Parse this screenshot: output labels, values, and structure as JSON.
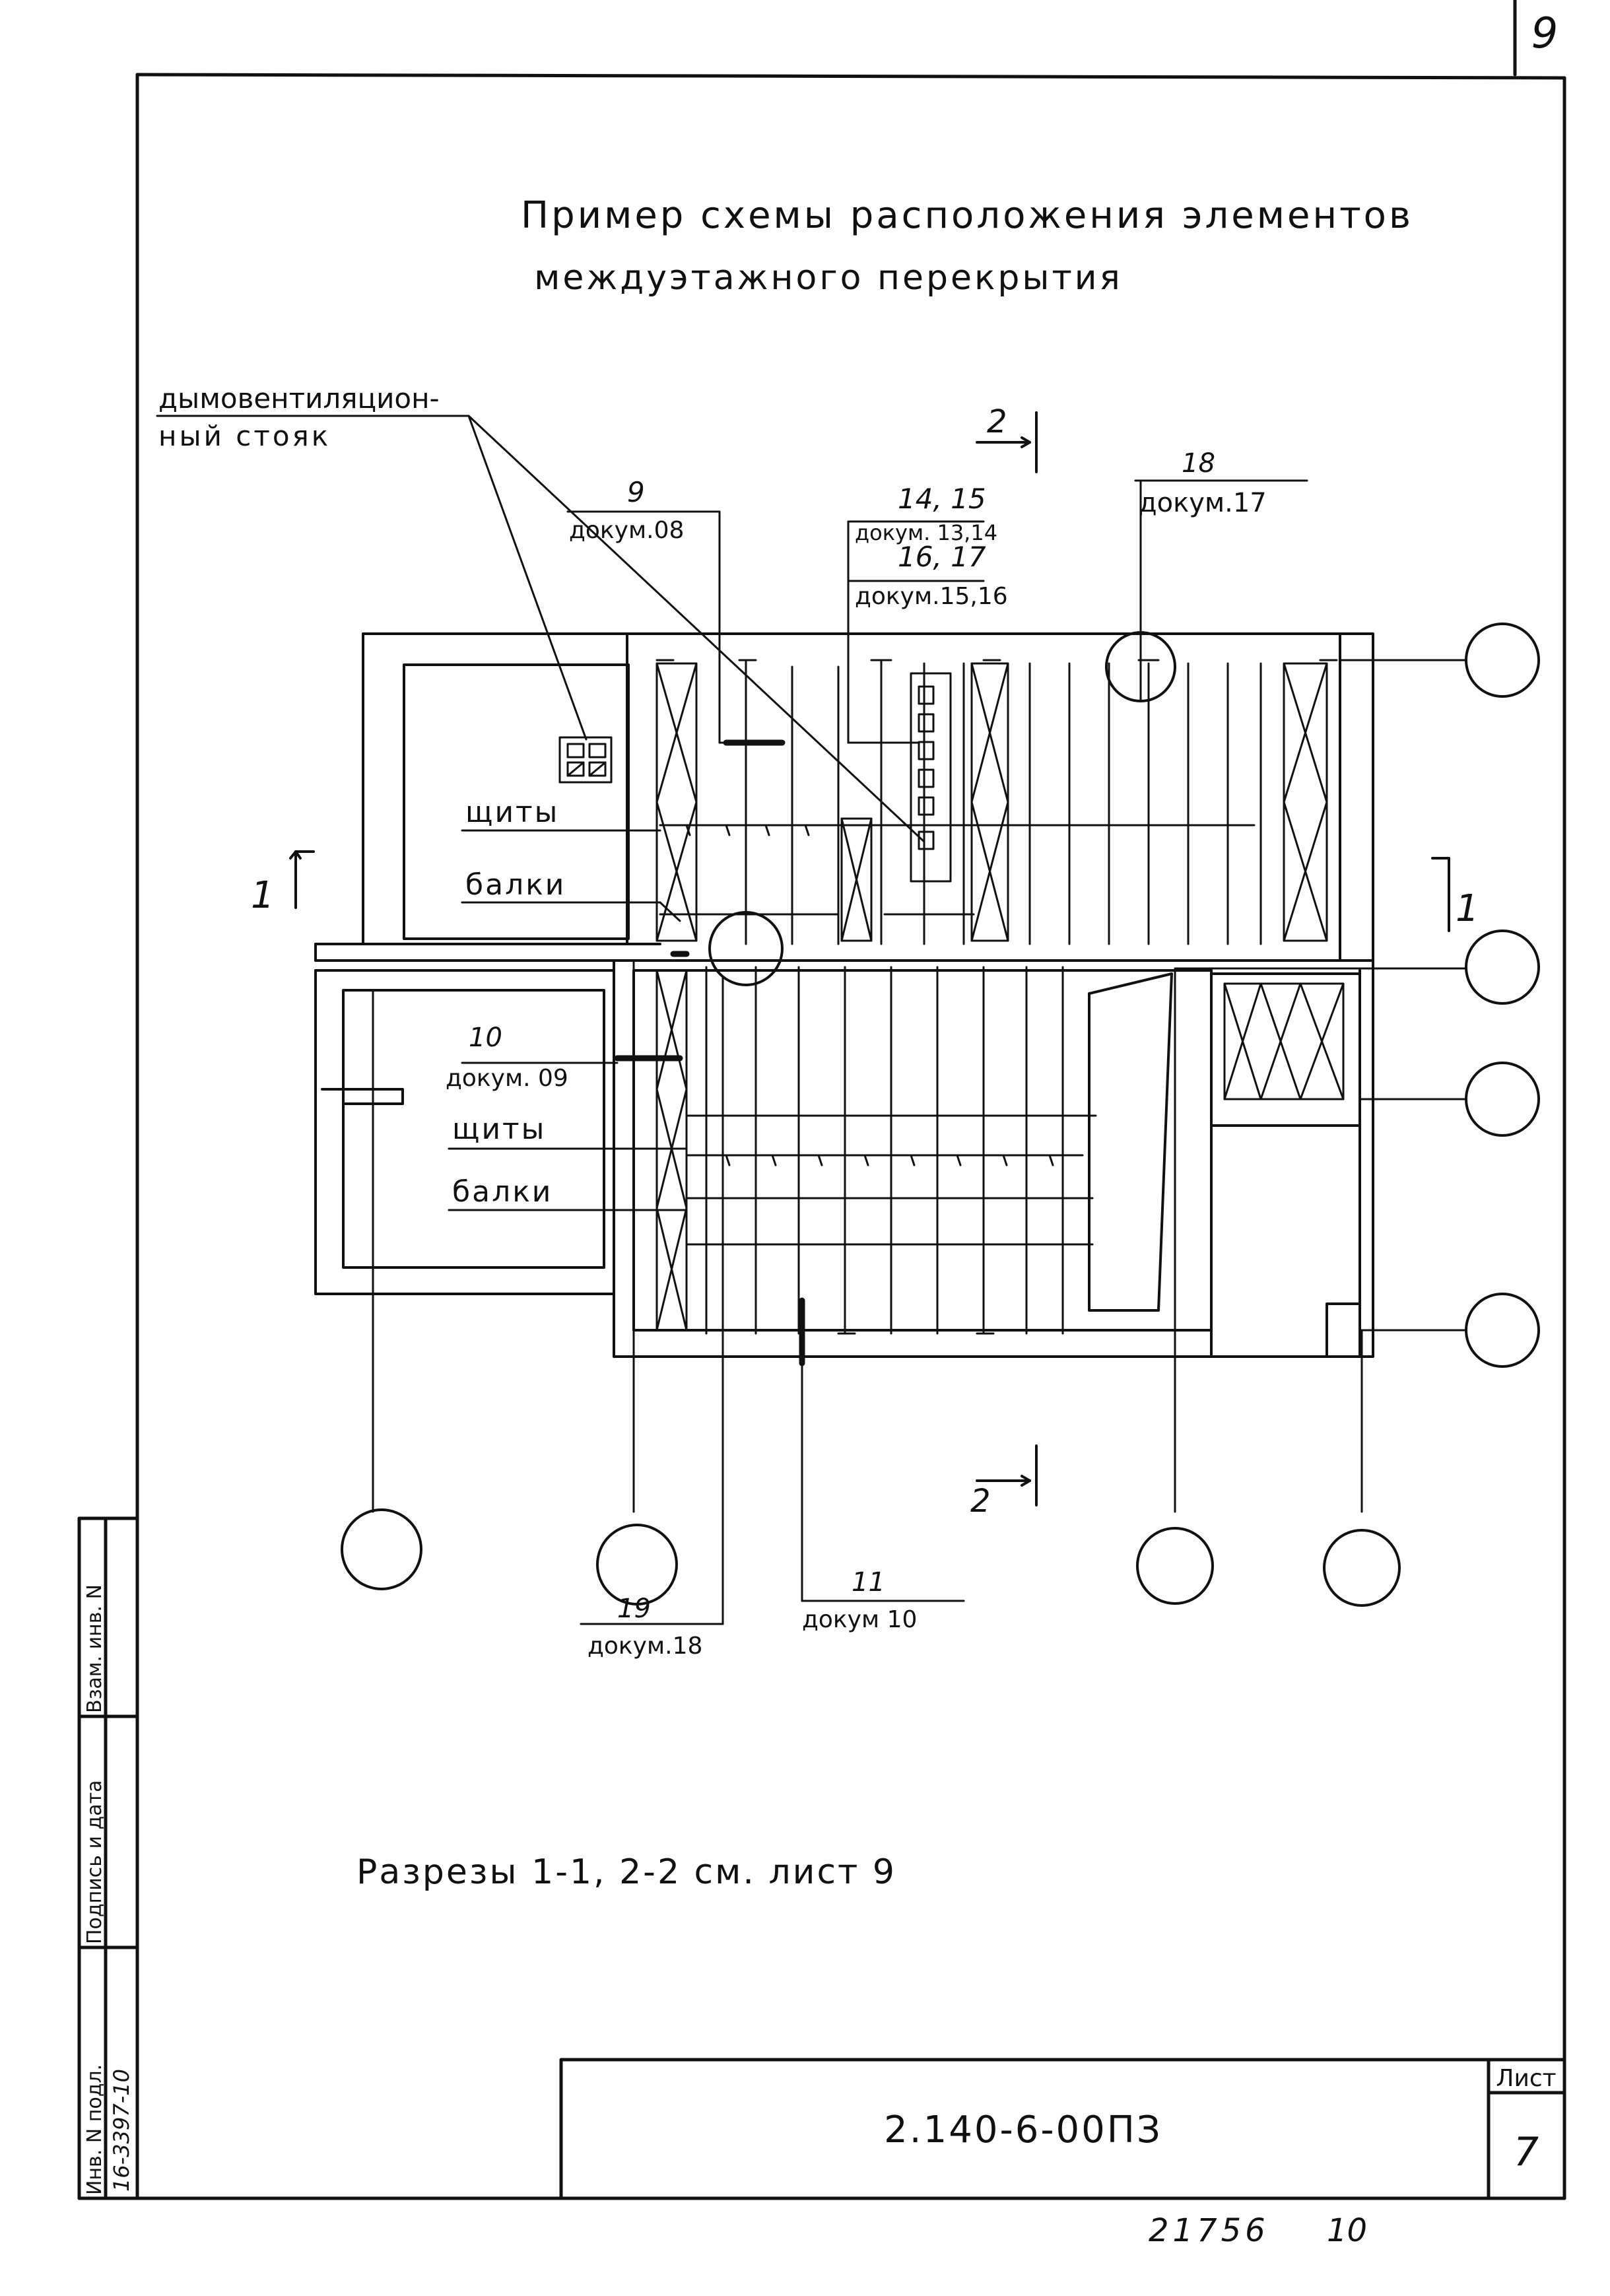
{
  "page_number": "9",
  "title": {
    "line1": "Пример схемы расположения элементов",
    "line2": "междуэтажного перекрытия"
  },
  "labels": {
    "smoke_riser_1": "дымовентиляцион-",
    "smoke_riser_2": "ный стояк",
    "shields_upper": "щиты",
    "beams_upper": "балки",
    "shields_lower": "щиты",
    "beams_lower": "балки"
  },
  "callouts": {
    "c9_num": "9",
    "c9_doc": "докум.08",
    "c14_num": "14, 15",
    "c14_doc": "докум. 13,14",
    "c16_num": "16, 17",
    "c16_doc": "докум.15,16",
    "c18_num": "18",
    "c18_doc": "докум.17",
    "c10_num": "10",
    "c10_doc": "докум. 09",
    "c11_num": "11",
    "c11_doc": "докум 10",
    "c19_num": "19",
    "c19_doc": "докум.18"
  },
  "section_marks": {
    "s1_left": "1",
    "s1_right": "1",
    "s2_top": "2",
    "s2_bottom": "2"
  },
  "note": "Разрезы 1-1, 2-2 см. лист 9",
  "side_stamp": {
    "inv_podl": "Инв. N подл.",
    "podpis_data": "Подпись и дата",
    "vzam_inv": "Взам. инв. N",
    "inv_value": "16-3397-10"
  },
  "title_block": {
    "code": "2.140-6-00ПЗ",
    "sheet_label": "Лист",
    "sheet_number": "7"
  },
  "footer": {
    "order_number": "21756",
    "format": "10"
  }
}
